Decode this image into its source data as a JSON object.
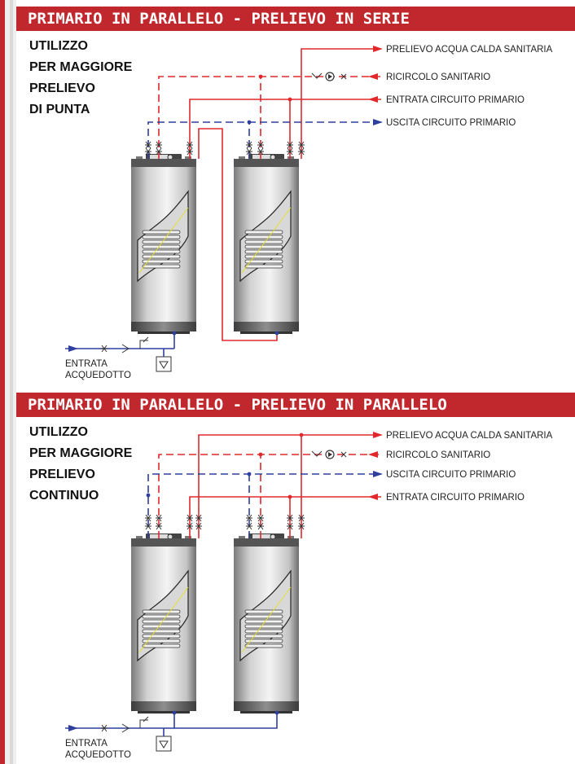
{
  "colors": {
    "accent": "#c0282d",
    "hot": "#e0282d",
    "cold": "#2e3f9e",
    "background": "#efefef"
  },
  "diagrams": [
    {
      "title": "PRIMARIO IN PARALLELO - PRELIEVO IN SERIE",
      "usage": [
        "UTILIZZO",
        "PER MAGGIORE",
        "PRELIEVO",
        "DI PUNTA"
      ],
      "labels": [
        "PRELIEVO ACQUA CALDA SANITARIA",
        "RICIRCOLO SANITARIO",
        "ENTRATA CIRCUITO PRIMARIO",
        "USCITA CIRCUITO PRIMARIO"
      ],
      "inlet": [
        "ENTRATA",
        "ACQUEDOTTO"
      ]
    },
    {
      "title": "PRIMARIO IN PARALLELO - PRELIEVO IN PARALLELO",
      "usage": [
        "UTILIZZO",
        "PER MAGGIORE",
        "PRELIEVO",
        "CONTINUO"
      ],
      "labels": [
        "PRELIEVO ACQUA CALDA SANITARIA",
        "RICIRCOLO SANITARIO",
        "USCITA CIRCUITO PRIMARIO",
        "ENTRATA CIRCUITO PRIMARIO"
      ],
      "inlet": [
        "ENTRATA",
        "ACQUEDOTTO"
      ]
    }
  ]
}
